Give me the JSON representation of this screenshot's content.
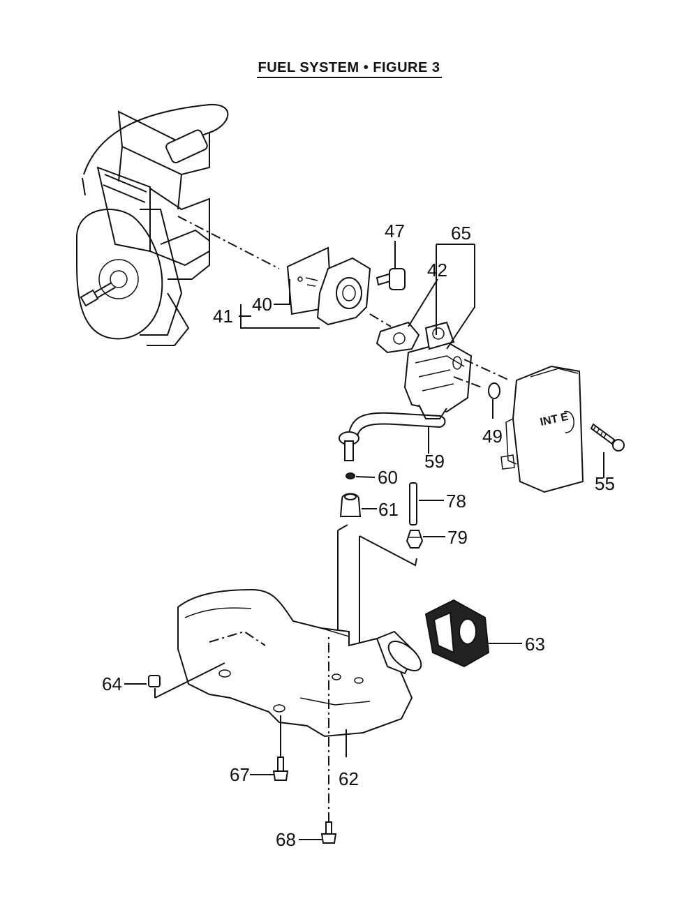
{
  "title": "FUEL SYSTEM  •  FIGURE 3",
  "callouts": {
    "c40": "40",
    "c41": "41",
    "c42": "42",
    "c47": "47",
    "c49": "49",
    "c55": "55",
    "c59": "59",
    "c60": "60",
    "c61": "61",
    "c62": "62",
    "c63": "63",
    "c64": "64",
    "c65": "65",
    "c67": "67",
    "c68": "68",
    "c78": "78",
    "c79": "79"
  },
  "labels": {
    "intake_text": "INT E"
  }
}
